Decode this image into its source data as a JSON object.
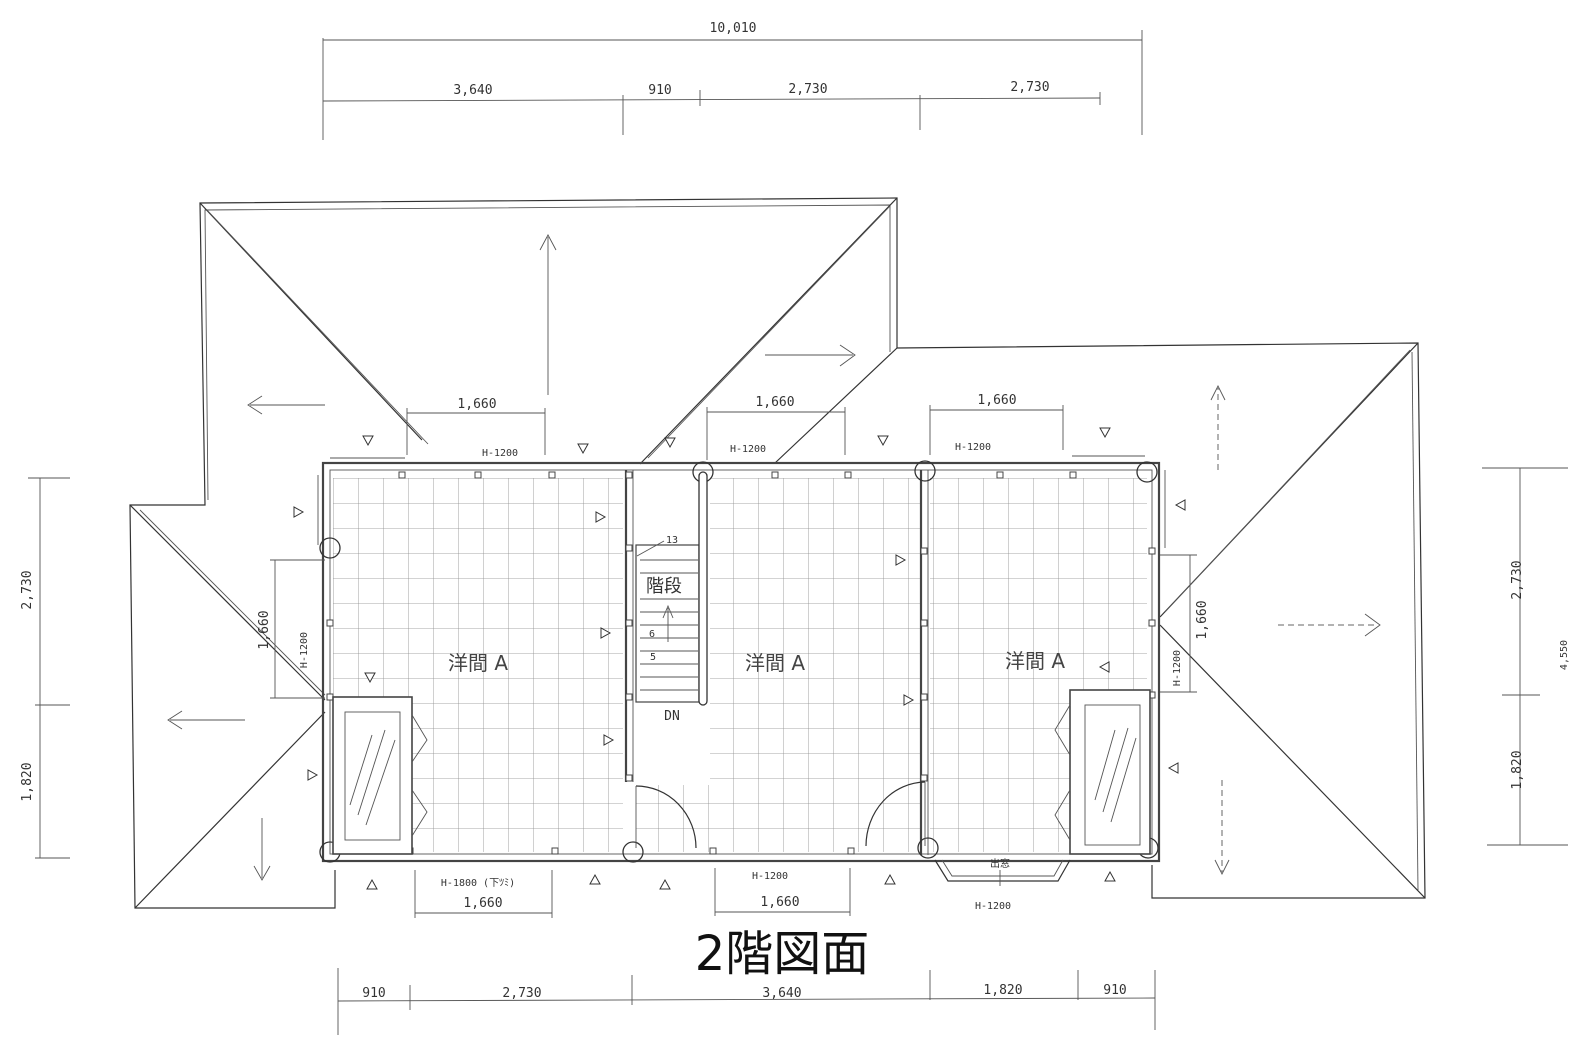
{
  "title": "2階図面",
  "dimensions": {
    "top_total": "10,010",
    "top": [
      "3,640",
      "910",
      "2,730",
      "2,730"
    ],
    "bottom": [
      "910",
      "2,730",
      "3,640",
      "1,820",
      "910"
    ],
    "left": [
      "2,730",
      "1,820"
    ],
    "right": [
      "2,730",
      "1,820"
    ],
    "right_total": "4,550"
  },
  "rooms": [
    "洋間 A",
    "洋間 A",
    "洋間 A"
  ],
  "stairs": {
    "label": "階段",
    "direction": "DN",
    "marks": [
      "13",
      "6",
      "5"
    ]
  },
  "bay_window": "出窓",
  "openings": {
    "room1_top": {
      "width": "1,660",
      "height": "H-1200"
    },
    "room2_top": {
      "width": "1,660",
      "height": "H-1200"
    },
    "room3_top": {
      "width": "1,660",
      "height": "H-1200"
    },
    "room1_left": {
      "width": "1,660",
      "height": "H-1200"
    },
    "room3_right": {
      "width": "1,660",
      "height": "H-1200"
    },
    "room1_bottom": {
      "width": "1,660",
      "height": "H-1800 (下ﾂﾐ)"
    },
    "room2_bottom": {
      "width": "1,660",
      "height": "H-1200"
    },
    "bay_window": {
      "height": "H-1200"
    }
  }
}
